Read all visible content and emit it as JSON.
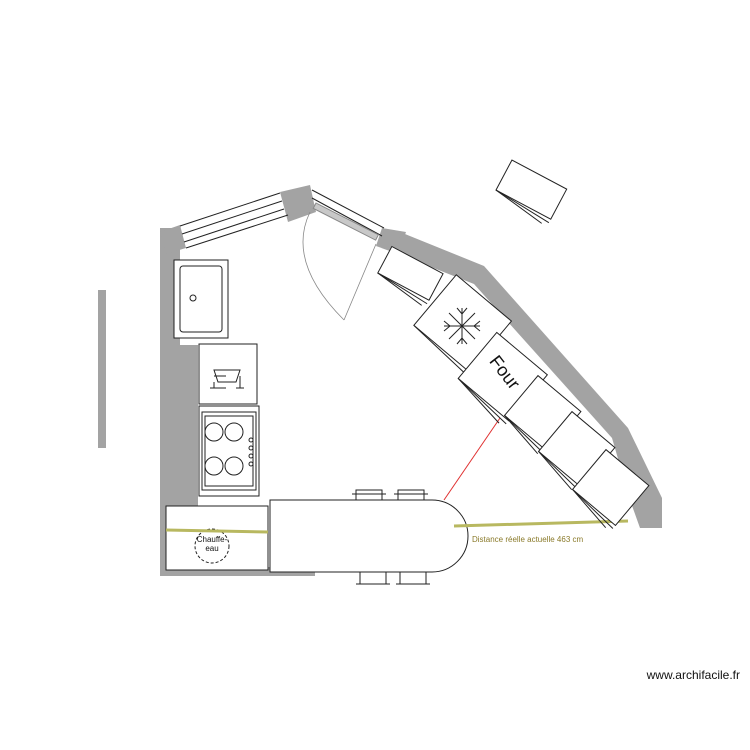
{
  "plan": {
    "oven_label": "Four",
    "water_heater_label": "Chauffe-eau",
    "distance_label": "Distance réelle  actuelle 463 cm",
    "watermark": "www.archifacile.fr",
    "colors": {
      "wall": "#a3a3a3",
      "measure_line": "#b8b860",
      "red_line": "#e03030",
      "distance_text": "#8a7a2a"
    },
    "icons": [
      "snowflake-icon",
      "wine-glass-icon",
      "cooktop-burner-icon"
    ]
  }
}
